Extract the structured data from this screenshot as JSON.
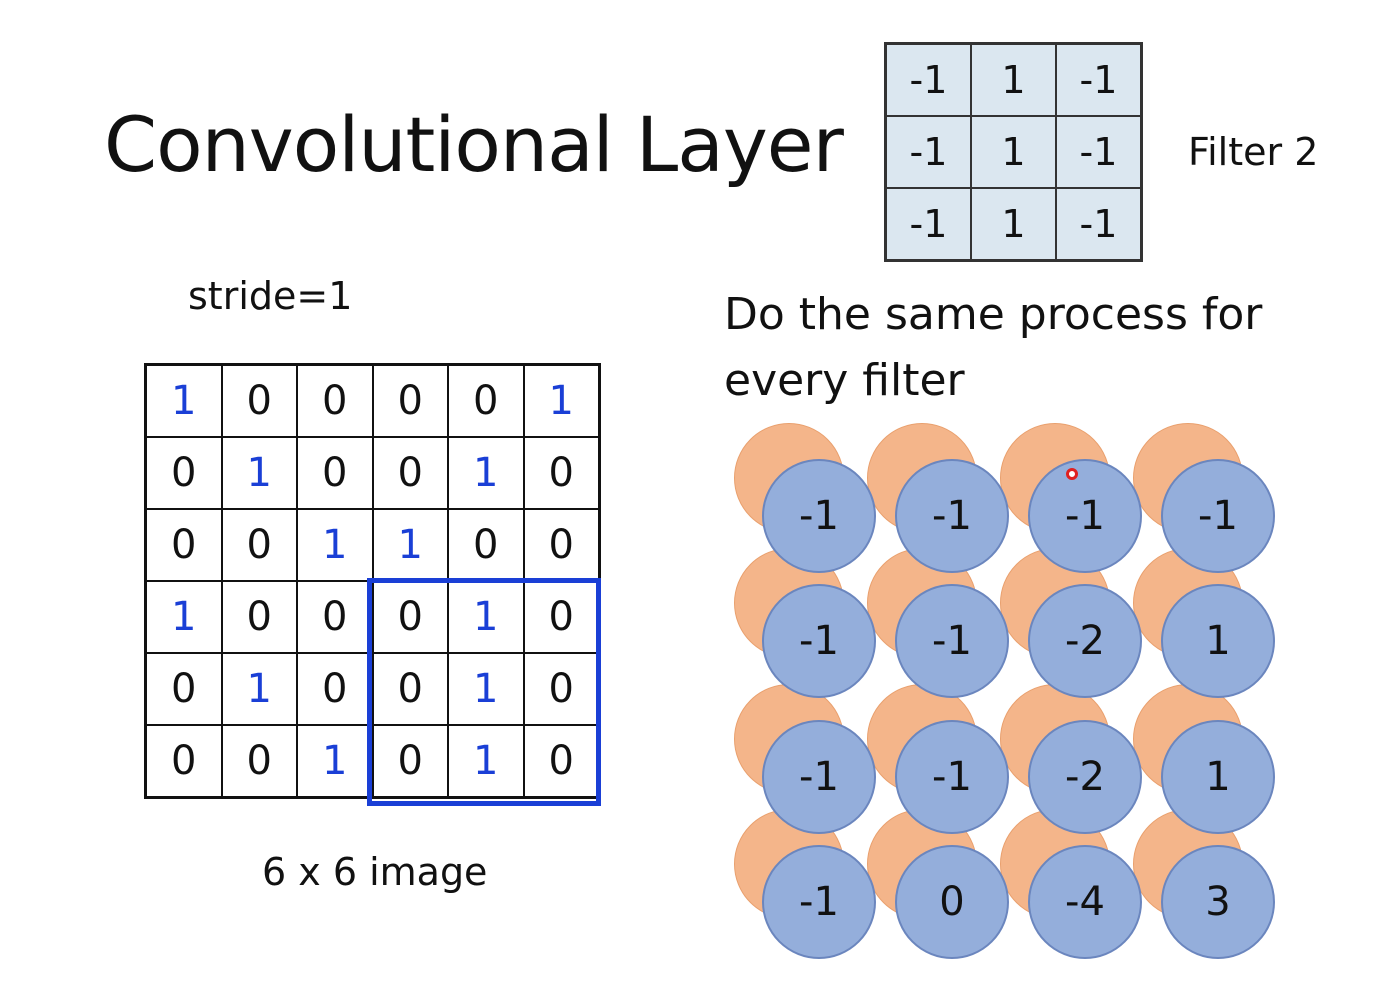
{
  "title": "Convolutional Layer",
  "filter": {
    "label": "Filter 2",
    "values": [
      [
        "-1",
        "1",
        "-1"
      ],
      [
        "-1",
        "1",
        "-1"
      ],
      [
        "-1",
        "1",
        "-1"
      ]
    ]
  },
  "stride_label": "stride=1",
  "caption": "Do the same process for every filter",
  "image": {
    "label": "6 x 6 image",
    "values": [
      [
        "1",
        "0",
        "0",
        "0",
        "0",
        "1"
      ],
      [
        "0",
        "1",
        "0",
        "0",
        "1",
        "0"
      ],
      [
        "0",
        "0",
        "1",
        "1",
        "0",
        "0"
      ],
      [
        "1",
        "0",
        "0",
        "0",
        "1",
        "0"
      ],
      [
        "0",
        "1",
        "0",
        "0",
        "1",
        "0"
      ],
      [
        "0",
        "0",
        "1",
        "0",
        "1",
        "0"
      ]
    ],
    "highlight_color": "#1a3fd6"
  },
  "feature_map": {
    "values": [
      [
        "-1",
        "-1",
        "-1",
        "-1"
      ],
      [
        "-1",
        "-1",
        "-2",
        "1"
      ],
      [
        "-1",
        "-1",
        "-2",
        "1"
      ],
      [
        "-1",
        "0",
        "-4",
        "3"
      ]
    ],
    "front_color": "#94aedb",
    "back_color": "#f4b58a"
  }
}
